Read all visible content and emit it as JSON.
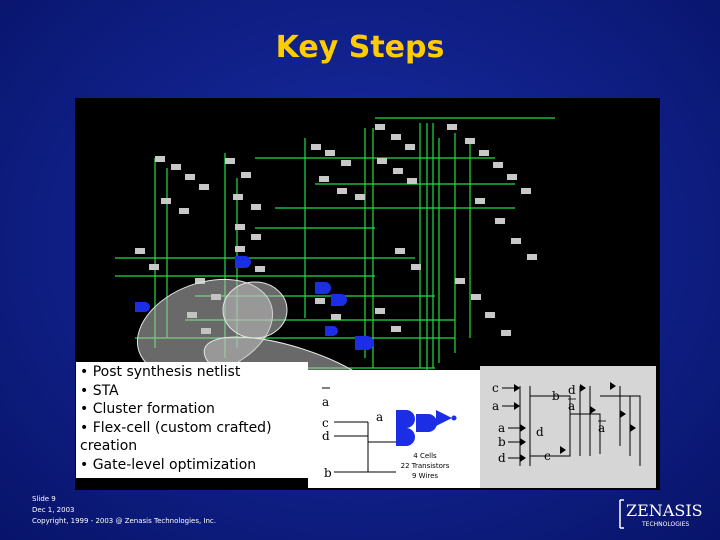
{
  "slide": {
    "title": "Key Steps",
    "bullets": [
      "• Post synthesis netlist",
      "• STA",
      "• Cluster formation",
      "• Flex-cell (custom crafted) creation",
      "• Gate-level optimization"
    ],
    "cell_panel": {
      "inputs": [
        "a",
        "c",
        "d",
        "b"
      ],
      "internal_label": "a",
      "stats": [
        "4 Cells",
        "22 Transistors",
        "9 Wires"
      ]
    },
    "transistor_panel": {
      "labels": [
        "c",
        "a",
        "a",
        "b",
        "d",
        "b",
        "d",
        "a",
        "d",
        "c",
        "a"
      ]
    },
    "footer": {
      "slide_number": "Slide 9",
      "date": "Dec 1, 2003",
      "copyright": "Copyright, 1999 - 2003 @ Zenasis Technologies, Inc."
    },
    "logo": {
      "name": "ZENASIS",
      "tagline": "TECHNOLOGIES"
    }
  },
  "colors": {
    "title": "#ffcc00",
    "wire_green": "#22dd44",
    "gate_gray": "#c8c8c8",
    "cell_blue": "#1b2ee6",
    "background": "#0f1f86"
  }
}
